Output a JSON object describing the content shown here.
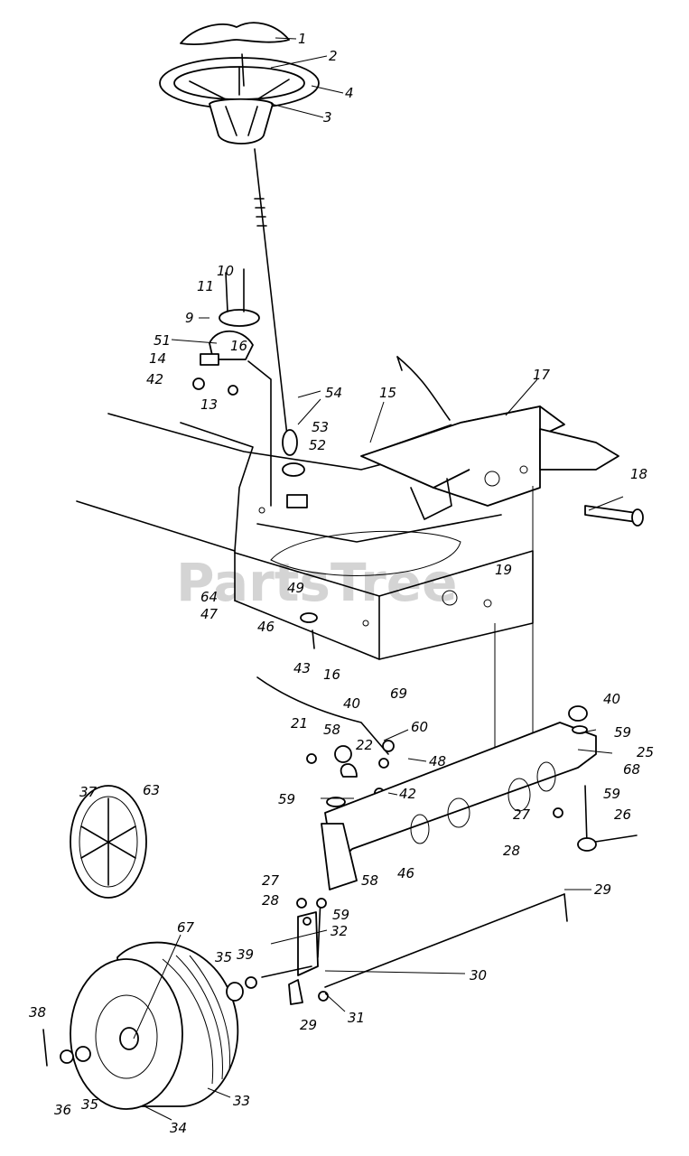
{
  "watermark": "PartsTree",
  "callouts": [
    {
      "id": "c1",
      "text": "1"
    },
    {
      "id": "c2",
      "text": "2"
    },
    {
      "id": "c3",
      "text": "3"
    },
    {
      "id": "c4",
      "text": "4"
    },
    {
      "id": "c10",
      "text": "10"
    },
    {
      "id": "c11",
      "text": "11"
    },
    {
      "id": "c9",
      "text": "9"
    },
    {
      "id": "c51",
      "text": "51"
    },
    {
      "id": "c16a",
      "text": "16"
    },
    {
      "id": "c14",
      "text": "14"
    },
    {
      "id": "c42a",
      "text": "42"
    },
    {
      "id": "c13",
      "text": "13"
    },
    {
      "id": "c54",
      "text": "54"
    },
    {
      "id": "c15",
      "text": "15"
    },
    {
      "id": "c17",
      "text": "17"
    },
    {
      "id": "c53",
      "text": "53"
    },
    {
      "id": "c52",
      "text": "52"
    },
    {
      "id": "c18",
      "text": "18"
    },
    {
      "id": "c19",
      "text": "19"
    },
    {
      "id": "c64",
      "text": "64"
    },
    {
      "id": "c49",
      "text": "49"
    },
    {
      "id": "c47",
      "text": "47"
    },
    {
      "id": "c46a",
      "text": "46"
    },
    {
      "id": "c43",
      "text": "43"
    },
    {
      "id": "c16b",
      "text": "16"
    },
    {
      "id": "c40a",
      "text": "40"
    },
    {
      "id": "c69",
      "text": "69"
    },
    {
      "id": "c40b",
      "text": "40"
    },
    {
      "id": "c59a",
      "text": "59"
    },
    {
      "id": "c25",
      "text": "25"
    },
    {
      "id": "c68",
      "text": "68"
    },
    {
      "id": "c21",
      "text": "21"
    },
    {
      "id": "c58a",
      "text": "58"
    },
    {
      "id": "c22",
      "text": "22"
    },
    {
      "id": "c60",
      "text": "60"
    },
    {
      "id": "c48",
      "text": "48"
    },
    {
      "id": "c37",
      "text": "37"
    },
    {
      "id": "c63",
      "text": "63"
    },
    {
      "id": "c59b",
      "text": "59"
    },
    {
      "id": "c42b",
      "text": "42"
    },
    {
      "id": "c59c",
      "text": "59"
    },
    {
      "id": "c27a",
      "text": "27"
    },
    {
      "id": "c26",
      "text": "26"
    },
    {
      "id": "c28a",
      "text": "28"
    },
    {
      "id": "c46b",
      "text": "46"
    },
    {
      "id": "c58b",
      "text": "58"
    },
    {
      "id": "c29a",
      "text": "29"
    },
    {
      "id": "c27b",
      "text": "27"
    },
    {
      "id": "c28b",
      "text": "28"
    },
    {
      "id": "c59d",
      "text": "59"
    },
    {
      "id": "c32",
      "text": "32"
    },
    {
      "id": "c67",
      "text": "67"
    },
    {
      "id": "c35a",
      "text": "35"
    },
    {
      "id": "c39",
      "text": "39"
    },
    {
      "id": "c30",
      "text": "30"
    },
    {
      "id": "c29b",
      "text": "29"
    },
    {
      "id": "c31",
      "text": "31"
    },
    {
      "id": "c38",
      "text": "38"
    },
    {
      "id": "c36",
      "text": "36"
    },
    {
      "id": "c35b",
      "text": "35"
    },
    {
      "id": "c34",
      "text": "34"
    },
    {
      "id": "c33",
      "text": "33"
    }
  ]
}
